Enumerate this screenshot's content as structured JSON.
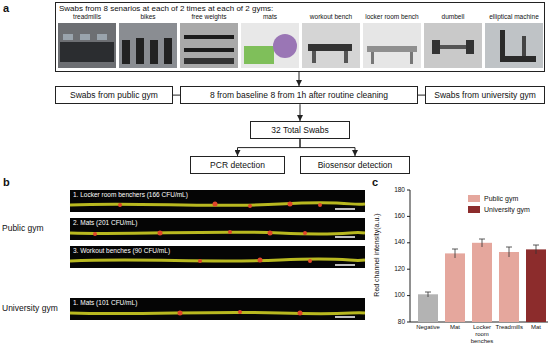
{
  "diagram": {
    "nodes": [
      {
        "text": [
          "Swabs from 8 senarios at each of 2 times at each of 2 gyms:"
        ]
      },
      {
        "text": [
          "Swabs from public gym"
        ]
      },
      {
        "text": [
          "8 from baseline 8 from 1h after routine cleaning"
        ]
      },
      {
        "text": [
          "Swabs from university gym"
        ]
      },
      {
        "text": [
          "32 Total Swabs"
        ]
      },
      {
        "text": [
          "PCR detection"
        ]
      },
      {
        "text": [
          "Biosensor detection"
        ]
      }
    ],
    "edges": [
      {
        "from": 0,
        "to": 2,
        "arrow": "to"
      },
      {
        "from": 1,
        "to": 2,
        "arrow": "none"
      },
      {
        "from": 3,
        "to": 2,
        "arrow": "none"
      },
      {
        "from": 2,
        "to": 4,
        "arrow": "to"
      },
      {
        "from": 4,
        "to": 5,
        "arrow": "to"
      },
      {
        "from": 4,
        "to": 6,
        "arrow": "to"
      }
    ],
    "labels": [
      "a",
      "treadmills",
      "bikes",
      "free weights",
      "mats",
      "workout bench",
      "locker room bench",
      "dumbell",
      "elliptical machine",
      "b",
      "1. Locker room benchers (166 CFU/mL)",
      "2. Mats (201 CFU/mL)",
      "3. Workout benches (90 CFU/mL)",
      "1. Mats (101 CFU/mL)",
      "Public gym",
      "University gym",
      "c",
      "Red channel intensity(a.u.)",
      "180",
      "160",
      "140",
      "120",
      "100",
      "80",
      "Negative",
      "Mat",
      "Locker room benches",
      "Treadmills",
      "Mat"
    ],
    "legend": [
      {
        "text": "Public gym",
        "color": "#e5a79d"
      },
      {
        "text": "University gym",
        "color": "#8c2c2c"
      }
    ]
  }
}
